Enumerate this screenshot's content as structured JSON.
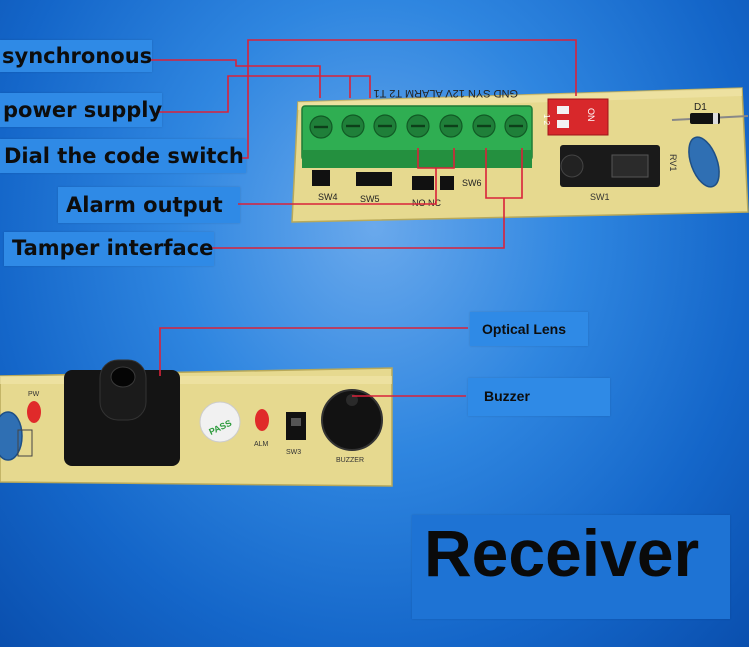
{
  "top_labels": {
    "synchronous": "synchronous",
    "power_supply": "power supply",
    "dial_switch": "Dial the code switch",
    "alarm_output": "Alarm output",
    "tamper_interface": "Tamper interface"
  },
  "bottom_labels": {
    "optical_lens": "Optical Lens",
    "buzzer": "Buzzer"
  },
  "board_top": {
    "terminal_text": "GND SYN  12V  ALARM  T2  T1",
    "dip_on": "ON",
    "dip_12": "1 2",
    "d1": "D1",
    "rv1": "RV1",
    "sw1": "SW1",
    "sw4": "SW4",
    "sw5": "SW5",
    "sw6": "SW6",
    "no_nc": "NO NC"
  },
  "board_bottom": {
    "pw": "PW",
    "pass_sticker": "PASS",
    "alm": "ALM",
    "sw3": "SW3",
    "buzzer_text": "BUZZER"
  },
  "title": "Receiver",
  "colors": {
    "leader_line": "#d9223a",
    "board": "#e6d98f",
    "terminal": "#2fae52",
    "background": "#2f86e0"
  }
}
